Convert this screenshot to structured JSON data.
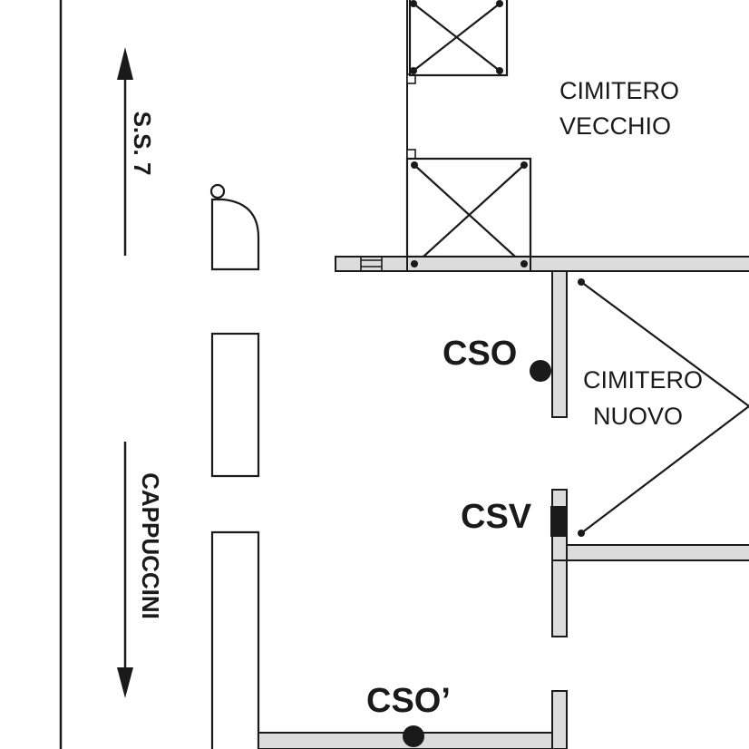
{
  "labels": {
    "old_cemetery_line1": "CIMITERO",
    "old_cemetery_line2": "VECCHIO",
    "new_cemetery_line1": "CIMITERO",
    "new_cemetery_line2": "NUOVO",
    "road_ss7": "S.S. 7",
    "road_cappuccini": "CAPPUCCINI"
  },
  "points": {
    "cso": "CSO",
    "csv": "CSV",
    "cso_prime": "CSO’"
  },
  "colors": {
    "wall_fill": "#dcdcdc",
    "stroke": "#1a1a1a",
    "background": "#ffffff"
  }
}
